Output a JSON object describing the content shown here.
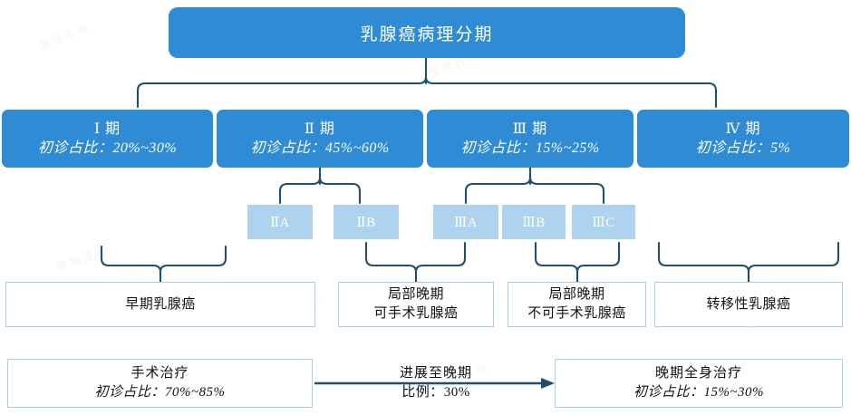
{
  "diagram": {
    "title": "乳腺癌病理分期",
    "stages": [
      {
        "name": "Ⅰ 期",
        "detail": "初诊占比：20%~30%"
      },
      {
        "name": "Ⅱ 期",
        "detail": "初诊占比：45%~60%"
      },
      {
        "name": "Ⅲ 期",
        "detail": "初诊占比：15%~25%"
      },
      {
        "name": "Ⅳ 期",
        "detail": "初诊占比：5%"
      }
    ],
    "substages": [
      {
        "label": "ⅡA"
      },
      {
        "label": "ⅡB"
      },
      {
        "label": "ⅢA"
      },
      {
        "label": "ⅢB"
      },
      {
        "label": "ⅢC"
      }
    ],
    "classifications": [
      {
        "line1": "早期乳腺癌",
        "line2": ""
      },
      {
        "line1": "局部晚期",
        "line2": "可手术乳腺癌"
      },
      {
        "line1": "局部晚期",
        "line2": "不可手术乳腺癌"
      },
      {
        "line1": "转移性乳腺癌",
        "line2": ""
      }
    ],
    "treatments": [
      {
        "line1": "手术治疗",
        "line2": "初诊占比：70%~85%"
      },
      {
        "line1": "晚期全身治疗",
        "line2": "初诊占比：15%~30%"
      }
    ],
    "progression_arrow": {
      "line1": "进展至晚期",
      "line2": "比例：30%"
    },
    "colors": {
      "stage_blue": "#2e8bd4",
      "substage_blue": "#aed3ee",
      "connector_navy": "#1f4e6e",
      "box_border": "#a9cdea",
      "box_fill": "#ffffff",
      "text_dark": "#111111",
      "text_light": "#ffffff"
    },
    "watermark_text": "摩熵咨询"
  }
}
